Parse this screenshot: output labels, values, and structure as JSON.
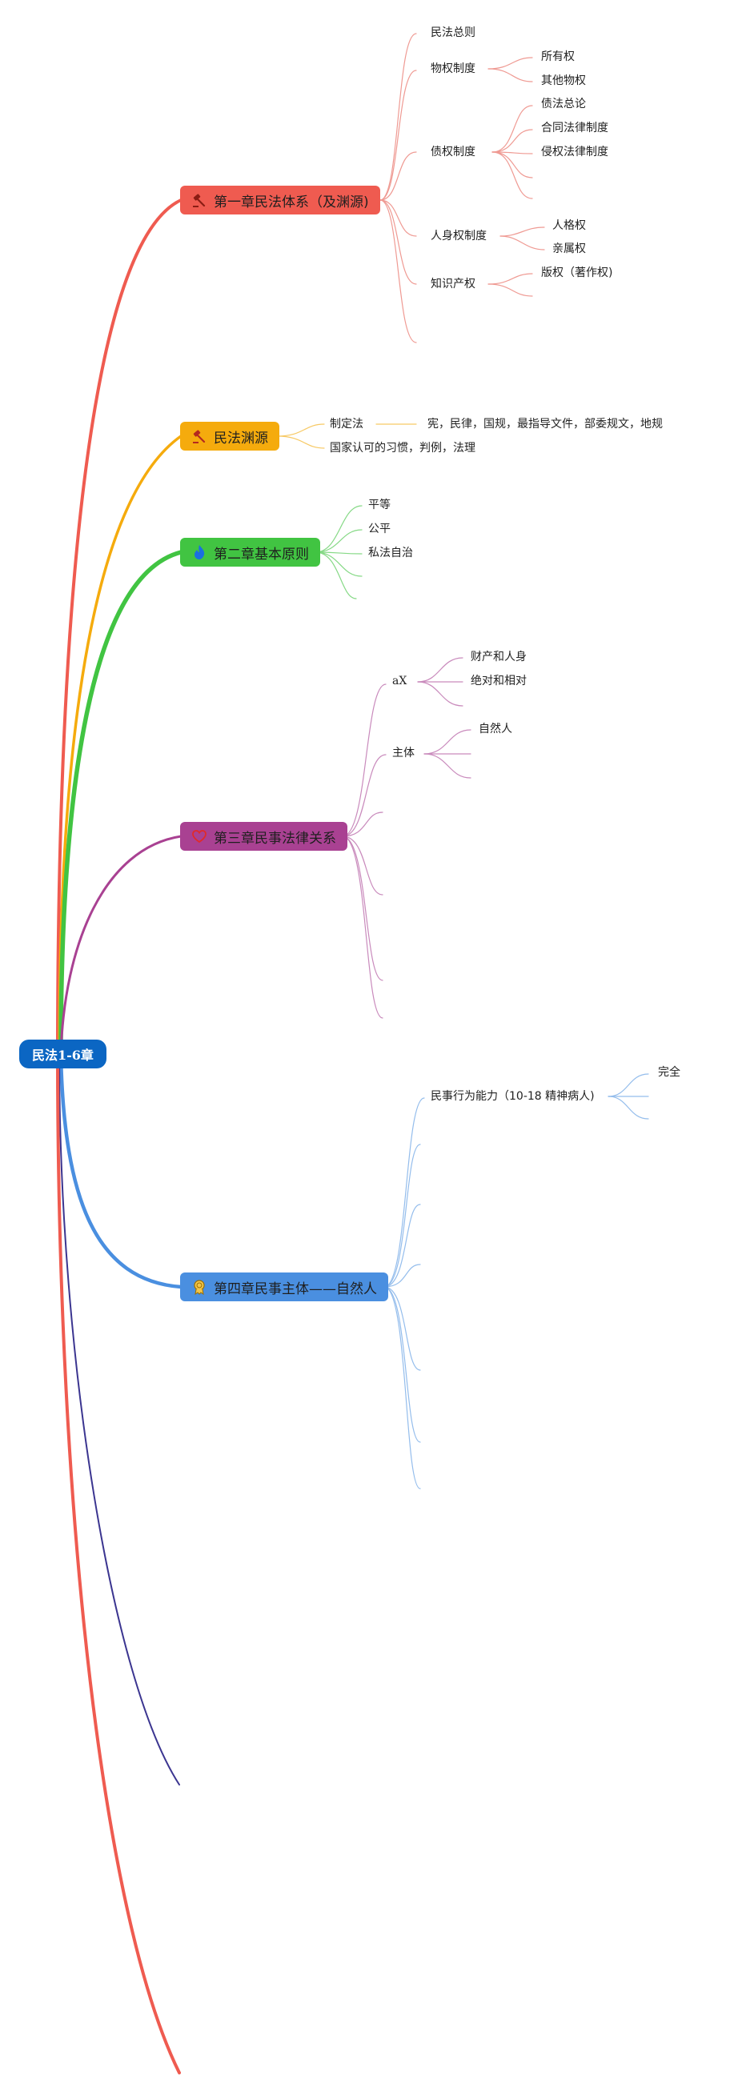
{
  "root": {
    "label": "民法1-6章"
  },
  "branches": [
    {
      "label": "第一章民法体系（及渊源)",
      "icon": "gavel-icon",
      "color": "#ef5b50",
      "children": [
        {
          "label": "民法总则"
        },
        {
          "label": "物权制度",
          "children": [
            {
              "label": "所有权"
            },
            {
              "label": "其他物权"
            }
          ]
        },
        {
          "label": "债权制度",
          "children": [
            {
              "label": "债法总论"
            },
            {
              "label": "合同法律制度"
            },
            {
              "label": "侵权法律制度"
            }
          ]
        },
        {
          "label": "人身权制度",
          "children": [
            {
              "label": "人格权"
            },
            {
              "label": "亲属权"
            }
          ]
        },
        {
          "label": "知识产权",
          "children": [
            {
              "label": "版权（著作权)"
            }
          ]
        }
      ]
    },
    {
      "label": "民法渊源",
      "icon": "gavel-icon",
      "color": "#f5ab0d",
      "children": [
        {
          "label": "制定法",
          "note": "宪，民律，国规，最指导文件，部委规文，地规"
        },
        {
          "label": "国家认可的习惯，判例，法理"
        }
      ]
    },
    {
      "label": "第二章基本原则",
      "icon": "flame-icon",
      "color": "#41c442",
      "children": [
        {
          "label": "平等"
        },
        {
          "label": "公平"
        },
        {
          "label": "私法自治"
        }
      ]
    },
    {
      "label": "第三章民事法律关系",
      "icon": "heart-icon",
      "color": "#a94192",
      "children": [
        {
          "label": "aX",
          "children": [
            {
              "label": "财产和人身"
            },
            {
              "label": "绝对和相对"
            }
          ]
        },
        {
          "label": "主体",
          "children": [
            {
              "label": "自然人"
            }
          ]
        }
      ]
    },
    {
      "label": "第四章民事主体——自然人",
      "icon": "medal-icon",
      "color": "#4a8fe0",
      "children": [
        {
          "label": "民事行为能力（10-18 精神病人)",
          "children": [
            {
              "label": "完全"
            }
          ]
        }
      ]
    }
  ],
  "colors": {
    "root": "#0b66c3",
    "extra_branch_navy": "#3b3590",
    "extra_branch_red": "#ef5b50"
  }
}
